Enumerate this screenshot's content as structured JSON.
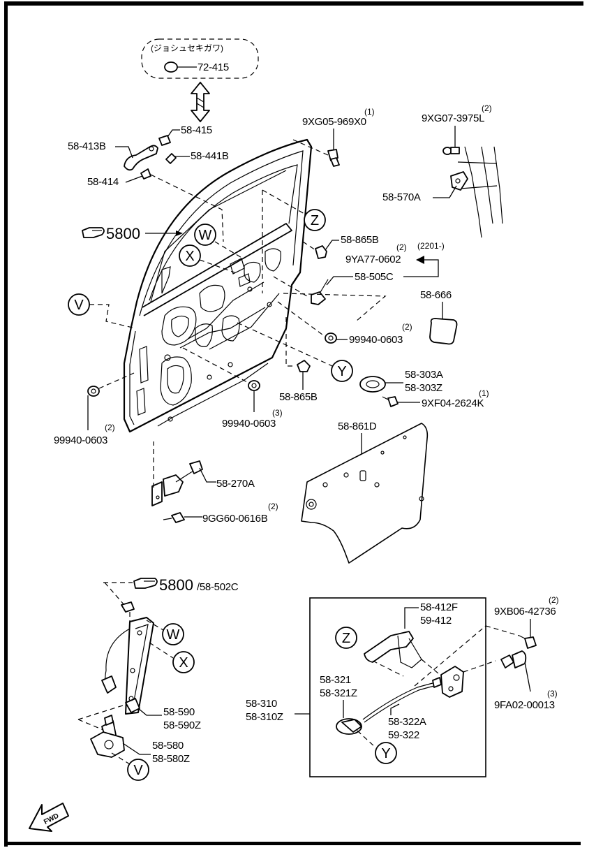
{
  "side_note": "(ジョシュセキガワ)",
  "labels": {
    "p72_415": "72-415",
    "p58_415": "58-415",
    "p58_413B": "58-413B",
    "p58_441B": "58-441B",
    "p58_414": "58-414",
    "ref5800_top": "5800",
    "p9XG05": "9XG05-969X0",
    "p9XG05_qty": "(1)",
    "p9XG07": "9XG07-3975L",
    "p9XG07_qty": "(2)",
    "p58_570A": "58-570A",
    "p58_865B_a": "58-865B",
    "p9YA77": "9YA77-0602",
    "p9YA77_qty": "(2)",
    "p9YA77_note": "(2201-)",
    "p58_505C": "58-505C",
    "p58_666": "58-666",
    "p99940_r": "99940-0603",
    "p99940_r_qty": "(2)",
    "p58_303A": "58-303A",
    "p58_303Z": "58-303Z",
    "p9XF04": "9XF04-2624K",
    "p9XF04_qty": "(1)",
    "p58_865B_b": "58-865B",
    "p99940_l": "99940-0603",
    "p99940_l_qty": "(2)",
    "p99940_c": "99940-0603",
    "p99940_c_qty": "(3)",
    "p58_861D": "58-861D",
    "p58_270A": "58-270A",
    "p9GG60": "9GG60-0616B",
    "p9GG60_qty": "(2)",
    "ref5800_bottom": "5800",
    "ref58_502C": "/58-502C",
    "p58_590": "58-590",
    "p58_590Z": "58-590Z",
    "p58_580": "58-580",
    "p58_580Z": "58-580Z",
    "p58_412F": "58-412F",
    "p59_412": "59-412",
    "p9XB06": "9XB06-42736",
    "p9XB06_qty": "(2)",
    "p58_321": "58-321",
    "p58_321Z": "58-321Z",
    "p58_310": "58-310",
    "p58_310Z": "58-310Z",
    "p58_322A": "58-322A",
    "p59_322": "59-322",
    "p9FA02": "9FA02-00013",
    "p9FA02_qty": "(3)"
  },
  "callouts": {
    "W": "W",
    "X": "X",
    "Z": "Z",
    "V": "V",
    "Y": "Y"
  },
  "fwd_label": "FWD"
}
